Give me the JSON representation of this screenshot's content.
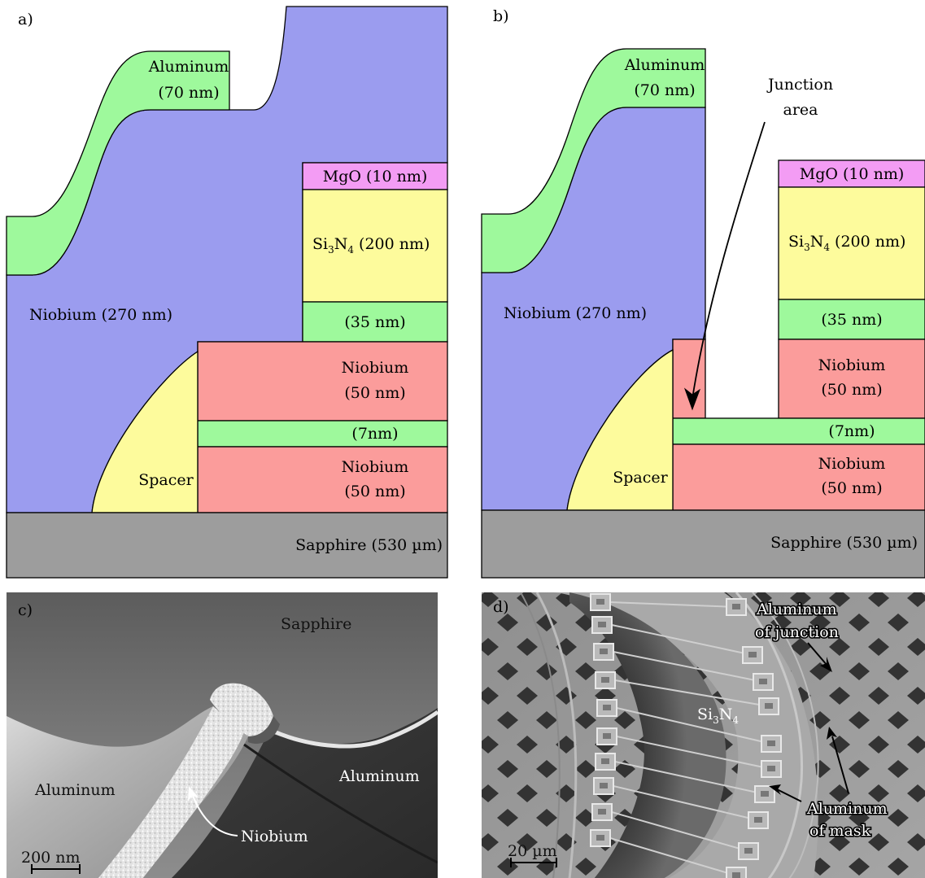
{
  "panels": {
    "a": {
      "label": "a)",
      "layers": {
        "aluminum_top_1": "Aluminum",
        "aluminum_top_2": "(70 nm)",
        "niobium_thick": "Niobium (270 nm)",
        "mgo": "MgO (10 nm)",
        "si3n4_base": "Si",
        "si3n4_sub1": "3",
        "si3n4_mid": "N",
        "si3n4_sub2": "4",
        "si3n4_rest": " (200 nm)",
        "al_35": "(35 nm)",
        "niobium_upper_1": "Niobium",
        "niobium_upper_2": "(50 nm)",
        "al_7": "(7nm)",
        "niobium_lower_1": "Niobium",
        "niobium_lower_2": "(50 nm)",
        "spacer": "Spacer",
        "sapphire": "Sapphire (530 µm)"
      }
    },
    "b": {
      "label": "b)",
      "layers": {
        "aluminum_top_1": "Aluminum",
        "aluminum_top_2": "(70 nm)",
        "niobium_thick": "Niobium (270 nm)",
        "mgo": "MgO (10 nm)",
        "si3n4_base": "Si",
        "si3n4_sub1": "3",
        "si3n4_mid": "N",
        "si3n4_sub2": "4",
        "si3n4_rest": " (200 nm)",
        "al_35": "(35 nm)",
        "niobium_upper_1": "Niobium",
        "niobium_upper_2": "(50 nm)",
        "al_7": "(7nm)",
        "niobium_lower_1": "Niobium",
        "niobium_lower_2": "(50 nm)",
        "spacer": "Spacer",
        "sapphire": "Sapphire (530 µm)"
      },
      "annotation_1": "Junction",
      "annotation_2": "area"
    },
    "c": {
      "label": "c)",
      "sapphire": "Sapphire",
      "aluminum_left": "Aluminum",
      "aluminum_right": "Aluminum",
      "niobium": "Niobium",
      "scale_bar": "200 nm"
    },
    "d": {
      "label": "d)",
      "al_junction_1": "Aluminum",
      "al_junction_2": "of junction",
      "si3n4_base": "Si",
      "si3n4_sub1": "3",
      "si3n4_mid": "N",
      "si3n4_sub2": "4",
      "al_mask_1": "Aluminum",
      "al_mask_2": "of mask",
      "scale_bar": "20 µm"
    }
  },
  "colors": {
    "niobium_thick": "#9b9cef",
    "aluminum": "#9ef99c",
    "niobium_layer": "#fb9c9b",
    "si3n4": "#fdfb9c",
    "mgo": "#f39cf4",
    "sapphire": "#9d9d9d",
    "spacer": "#fdfb9c"
  }
}
